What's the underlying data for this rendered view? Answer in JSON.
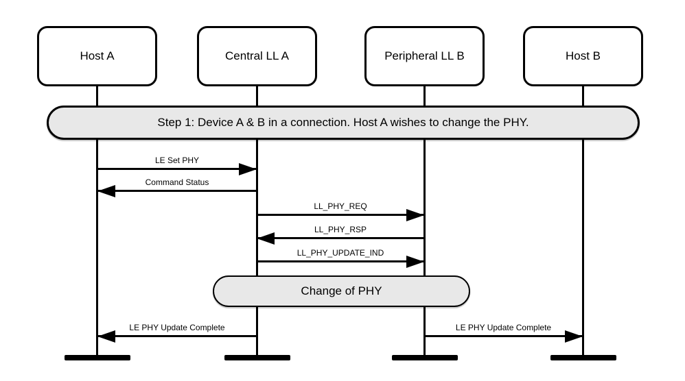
{
  "diagram": {
    "actors": [
      {
        "label": "Host A"
      },
      {
        "label": "Central LL A"
      },
      {
        "label": "Peripheral LL B"
      },
      {
        "label": "Host B"
      }
    ],
    "step_banner": {
      "label": "Step 1: Device A & B in a connection. Host A wishes to change the PHY."
    },
    "messages": [
      {
        "label": "LE Set PHY",
        "from": "Host A",
        "to": "Central LL A",
        "direction": "right"
      },
      {
        "label": "Command Status",
        "from": "Central LL A",
        "to": "Host A",
        "direction": "left"
      },
      {
        "label": "LL_PHY_REQ",
        "from": "Central LL A",
        "to": "Peripheral LL B",
        "direction": "right"
      },
      {
        "label": "LL_PHY_RSP",
        "from": "Peripheral LL B",
        "to": "Central LL A",
        "direction": "left"
      },
      {
        "label": "LL_PHY_UPDATE_IND",
        "from": "Central LL A",
        "to": "Peripheral LL B",
        "direction": "right"
      },
      {
        "label": "LE PHY Update Complete",
        "from": "Central LL A",
        "to": "Host A",
        "direction": "left"
      },
      {
        "label": "LE PHY Update Complete",
        "from": "Peripheral LL B",
        "to": "Host B",
        "direction": "right"
      }
    ],
    "state_banner": {
      "label": "Change of PHY"
    },
    "colors": {
      "banner_fill": "#e8e8e8",
      "stroke": "#000000",
      "background": "#ffffff"
    }
  }
}
